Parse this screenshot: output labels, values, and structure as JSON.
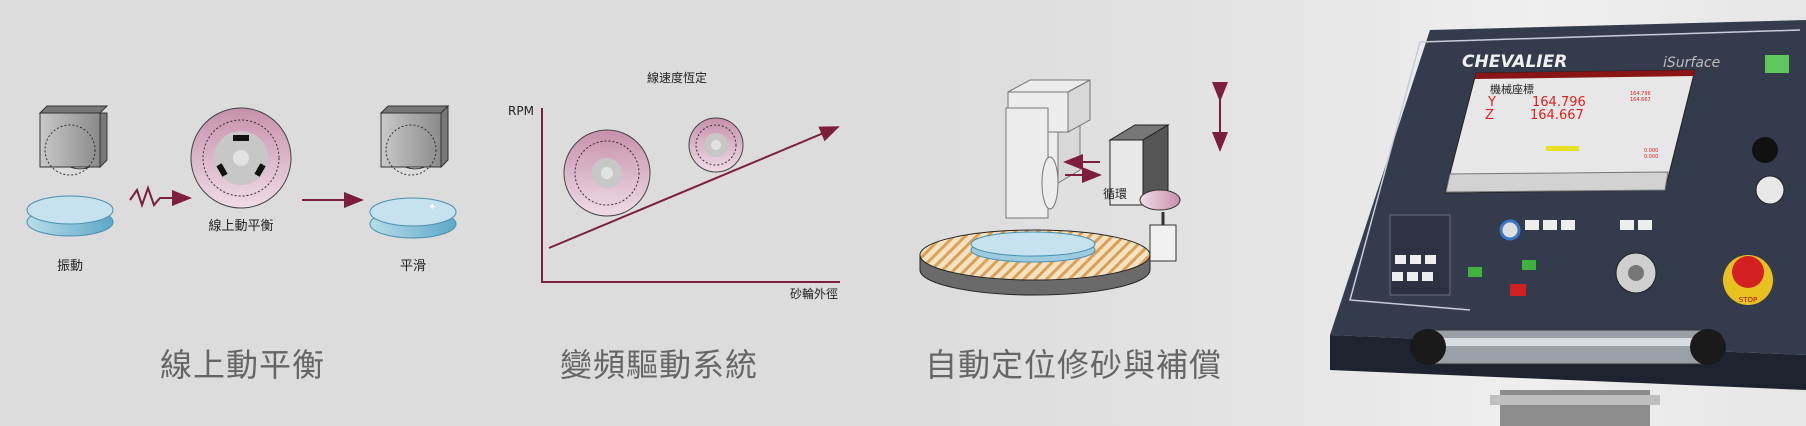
{
  "sections": [
    {
      "heading": "線上動平衡",
      "labels": {
        "left": "振動",
        "center": "線上動平衡",
        "right": "平滑"
      }
    },
    {
      "heading": "變頻驅動系統",
      "labels": {
        "title": "線速度恆定",
        "y_axis": "RPM",
        "x_axis": "砂輪外徑"
      }
    },
    {
      "heading": "自動定位修砂與補償",
      "labels": {
        "cycle": "循環"
      }
    }
  ],
  "panel": {
    "brand": "CHEVALIER",
    "model": "iSurface",
    "screen": {
      "title": "機械座標",
      "axes": [
        {
          "axis": "Y",
          "value": "164.796"
        },
        {
          "axis": "Z",
          "value": "164.667"
        }
      ],
      "side_values": [
        {
          "axis": "Y",
          "value": "164.796"
        },
        {
          "axis": "Z",
          "value": "164.667"
        }
      ],
      "offsets": [
        {
          "axis": "Y",
          "value": "0.000"
        },
        {
          "axis": "Z",
          "value": "0.000"
        }
      ]
    },
    "stop_label": "STOP"
  },
  "colors": {
    "accent": "#7d1f3c",
    "panel": "#3a4256",
    "screen_text": "#e0201f"
  }
}
